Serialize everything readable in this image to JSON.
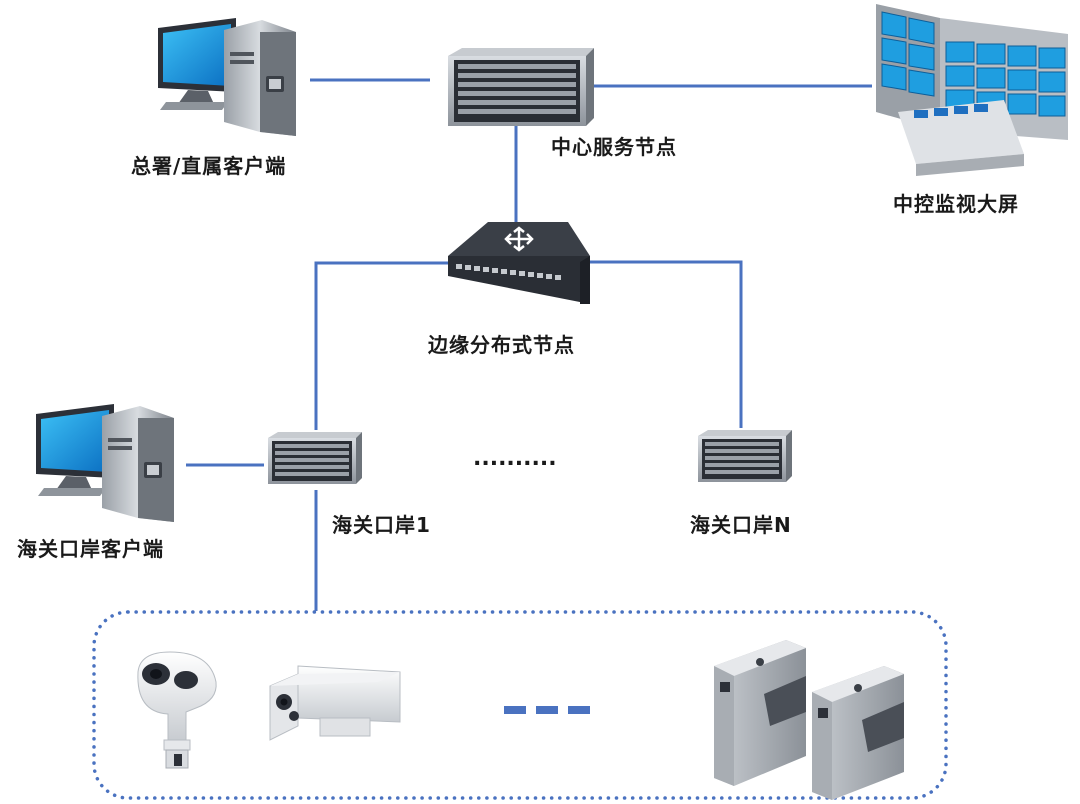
{
  "nodes": {
    "hq_client": {
      "label": "总署/直属客户端"
    },
    "center_node": {
      "label": "中心服务节点"
    },
    "video_wall": {
      "label": "中控监视大屏"
    },
    "edge_node": {
      "label": "边缘分布式节点"
    },
    "port_1": {
      "label": "海关口岸1"
    },
    "port_n": {
      "label": "海关口岸N"
    },
    "port_client": {
      "label": "海关口岸客户端"
    }
  },
  "ellipsis_text": "..........",
  "colors": {
    "line": "#4a72c0",
    "dotted_border": "#4a72c0",
    "dash": "#4a72c0",
    "monitor_screen": "#1f9ee0",
    "server_dark": "#2a2e35"
  },
  "icons": {
    "hq_client": "desktop-computer-icon",
    "center_node": "rack-server-icon",
    "video_wall": "video-wall-icon",
    "edge_node": "network-switch-icon",
    "port_1": "rack-server-icon",
    "port_n": "rack-server-icon",
    "port_client": "desktop-computer-icon",
    "devices": [
      "thermal-handheld-scanner-icon",
      "thermal-bullet-camera-icon",
      "turnstile-gate-icon"
    ]
  }
}
